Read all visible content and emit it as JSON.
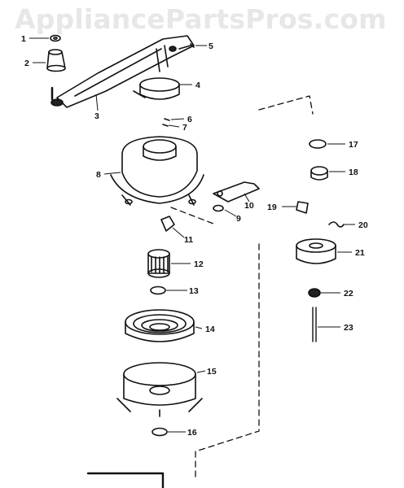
{
  "watermark": "AppliancePartsPros.com",
  "parts": [
    {
      "label": "1"
    },
    {
      "label": "2"
    },
    {
      "label": "3"
    },
    {
      "label": "4"
    },
    {
      "label": "5"
    },
    {
      "label": "6"
    },
    {
      "label": "7"
    },
    {
      "label": "8"
    },
    {
      "label": "9"
    },
    {
      "label": "10"
    },
    {
      "label": "11"
    },
    {
      "label": "12"
    },
    {
      "label": "13"
    },
    {
      "label": "14"
    },
    {
      "label": "15"
    },
    {
      "label": "16"
    },
    {
      "label": "17"
    },
    {
      "label": "18"
    },
    {
      "label": "19"
    },
    {
      "label": "20"
    },
    {
      "label": "21"
    },
    {
      "label": "22"
    },
    {
      "label": "23"
    }
  ]
}
